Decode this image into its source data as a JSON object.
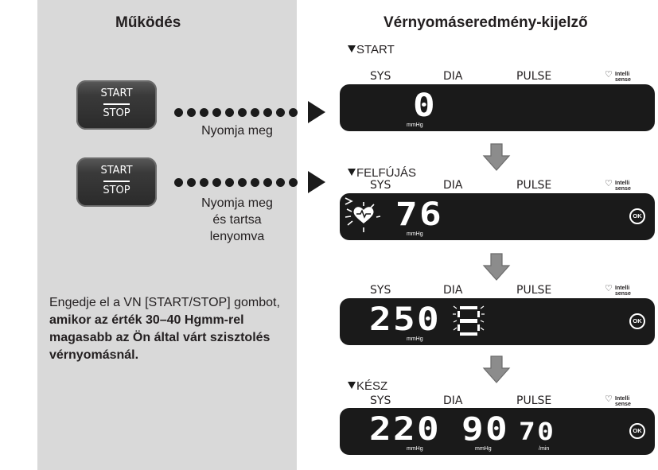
{
  "left": {
    "title": "Működés",
    "button_top_label": "START",
    "button_bottom_label": "STOP",
    "step1_caption": "Nyomja meg",
    "step2_caption_lines": [
      "Nyomja meg",
      "és tartsa",
      "lenyomva"
    ],
    "instruction": {
      "plain": "Engedje el a VN [START/STOP] gombot, ",
      "bold": "amikor az érték 30–40 Hgmm-rel magasabb az Ön által várt szisztolés vérnyomásnál."
    }
  },
  "right": {
    "title": "Vérnyomáseredmény-kijelző",
    "headers": {
      "sys": "SYS",
      "dia": "DIA",
      "pulse": "PULSE"
    },
    "intelli_logo": [
      "Intelli",
      "sense"
    ],
    "ok_icon": "OK",
    "unit_mmhg": "mmHg",
    "unit_min": "/min",
    "panels": [
      {
        "label": "START",
        "sys": "0"
      },
      {
        "label": "FELFÚJÁS",
        "sys": "76"
      },
      {
        "label": "",
        "sys": "250"
      },
      {
        "label": "KÉSZ",
        "sys": "220",
        "dia": "90",
        "pulse": "70"
      }
    ]
  },
  "colors": {
    "panel_bg": "#d9d9d9",
    "display_bg": "#1a1a1a",
    "arrow": "#8c8c8c"
  }
}
